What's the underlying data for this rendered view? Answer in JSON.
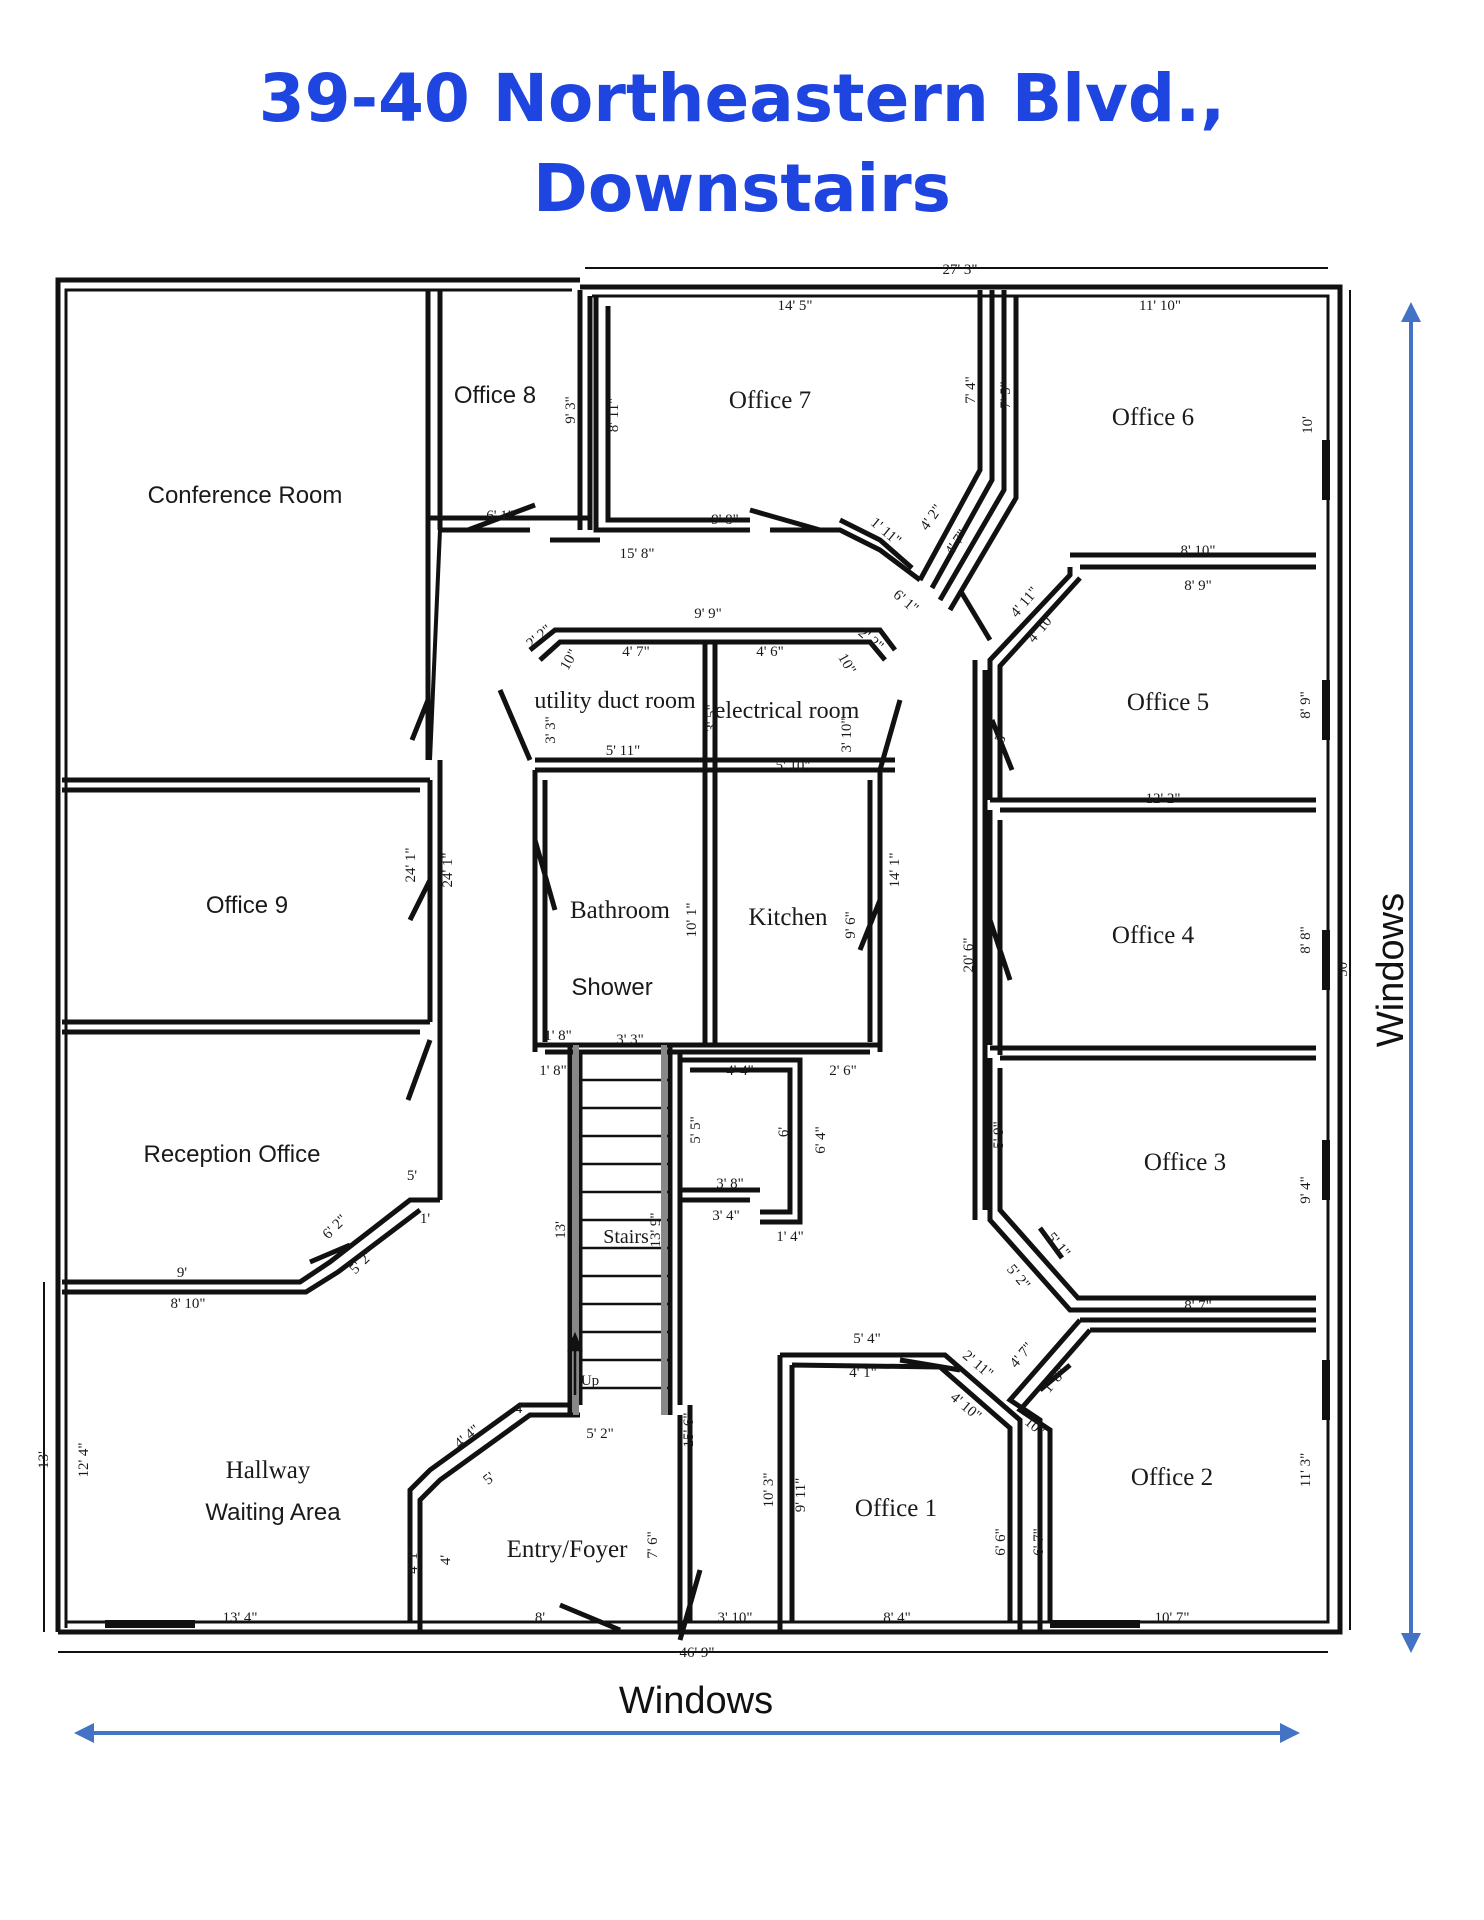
{
  "title": {
    "line1": "39-40 Northeastern Blvd.,",
    "line2": "Downstairs"
  },
  "rooms": {
    "conference": "Conference Room",
    "office8": "Office 8",
    "office7": "Office 7",
    "office6": "Office 6",
    "office5": "Office 5",
    "office4": "Office 4",
    "office3": "Office 3",
    "office2": "Office 2",
    "office1": "Office 1",
    "office9": "Office 9",
    "reception": "Reception Office",
    "hallway1": "Hallway",
    "hallway2": "Waiting Area",
    "utility": "utility duct room",
    "electrical": "electrical room",
    "bathroom": "Bathroom",
    "shower": "Shower",
    "kitchen": "Kitchen",
    "stairs": "Stairs",
    "up": "Up",
    "entry": "Entry/Foyer"
  },
  "dimensions": {
    "top_overall": "27' 3\"",
    "o7_top": "14' 5\"",
    "o6_top": "11' 10\"",
    "o8_side": "9' 3\"",
    "o7_side": "8' 11\"",
    "o7_r1": "7' 4\"",
    "o6_l1": "7' 5\"",
    "o6_small": "10'",
    "o8_bottom": "6' 1\"",
    "o7_bottom": "9' 8\"",
    "hall_top": "15' 8\"",
    "o7_diag1": "1' 11\"",
    "o7_diag2": "4' 2\"",
    "o6_diag": "4' 7\"",
    "o6_diag2": "6' 1\"",
    "o5_top1": "8' 10\"",
    "o5_top2": "8' 9\"",
    "o5_diag1": "4' 11\"",
    "o5_diag2": "4' 10\"",
    "core_top": "9' 9\"",
    "ut_corner": "2' 2\"",
    "ut_top": "4' 7\"",
    "el_top": "4' 6\"",
    "el_corner": "2' 2\"",
    "ut_10_l": "10\"",
    "el_10_r": "10\"",
    "ut_side": "3' 3\"",
    "el_side_l": "3' 5\"",
    "el_side": "3' 10\"",
    "ut_bottom": "5' 11\"",
    "el_bottom": "5' 10\"",
    "o5_side": "8' 9\"",
    "o5_bottom": "12' 2\"",
    "o5_door": "3'",
    "conf_side1": "24' 1\"",
    "conf_side2": "24' 1\"",
    "bath_side": "10' 1\"",
    "kit_side": "14' 1\"",
    "kit_small": "9' 6\"",
    "hall_right": "20' 6\"",
    "o4_side": "8' 8\"",
    "bld_right": "50'",
    "st_18a": "1' 8\"",
    "st_33": "3' 3\"",
    "st_18b": "1' 8\"",
    "st_44": "4' 4\"",
    "st_26": "2' 6\"",
    "st_55": "5' 5\"",
    "st_6": "6'",
    "st_64": "6' 4\"",
    "st_38": "3' 8\"",
    "st_34": "3' 4\"",
    "st_14": "1' 4\"",
    "st_13": "13'",
    "st_139": "13' 9\"",
    "o3_side": "5' 9\"",
    "o3_r": "9' 4\"",
    "o3_diag1": "5' 1\"",
    "o3_diag2": "5' 2\"",
    "o3_bottom": "8' 7\"",
    "rec_5": "5'",
    "rec_1": "1'",
    "rec_diag1": "6' 2\"",
    "rec_diag2": "5' 2\"",
    "rec_9": "9'",
    "rec_810": "8' 10\"",
    "o1_top": "5' 4\"",
    "o1_diag1": "4' 1\"",
    "o1_diag2": "2' 11\"",
    "o1_diag3": "4' 10\"",
    "o2_diag1": "4' 7\"",
    "o2_diag2": "1' 8\"",
    "o2_10": "10\"",
    "hall_13": "13'",
    "hall_124": "12' 4\"",
    "ent_4a": "4'",
    "ent_diag": "4' 4\"",
    "ent_5": "5'",
    "ent_52": "5' 2\"",
    "ent_41": "4' 1\"",
    "ent_4b": "4'",
    "ent_76": "7' 6\"",
    "hall_156": "15' 6\"",
    "o1_103": "10' 3\"",
    "o1_911": "9' 11\"",
    "o1_66": "6' 6\"",
    "o2_67": "6' 7\"",
    "o2_113": "11' 3\"",
    "bot_134": "13' 4\"",
    "bot_8": "8'",
    "bot_310": "3' 10\"",
    "bot_84": "8' 4\"",
    "bot_107": "10' 7\"",
    "bot_overall": "46' 9\""
  },
  "windows": {
    "right_label": "Windows",
    "bottom_label": "Windows",
    "arrow_color": "#4472c4"
  },
  "colors": {
    "title": "#1f45e0",
    "wall": "#111111"
  }
}
